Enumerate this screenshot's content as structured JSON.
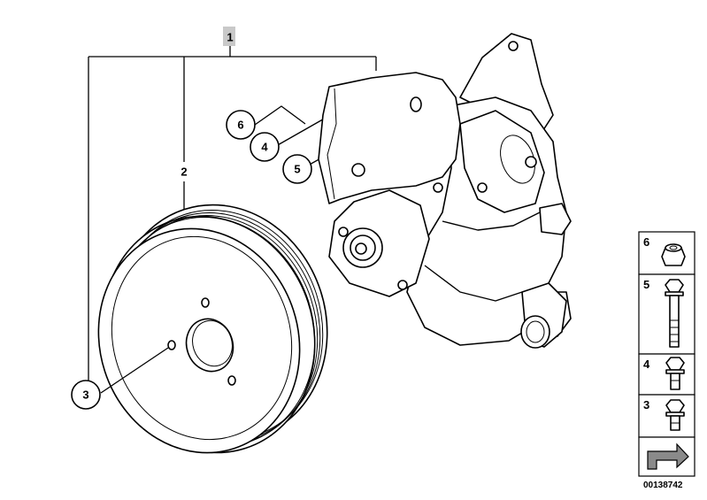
{
  "diagram": {
    "assembly_label": "1",
    "pulley_label": "2",
    "callouts": {
      "c3": "3",
      "c4": "4",
      "c5": "5",
      "c6": "6"
    },
    "legend": {
      "items": [
        {
          "label": "6"
        },
        {
          "label": "5"
        },
        {
          "label": "4"
        },
        {
          "label": "3"
        }
      ]
    },
    "ref_code": "00138742"
  }
}
